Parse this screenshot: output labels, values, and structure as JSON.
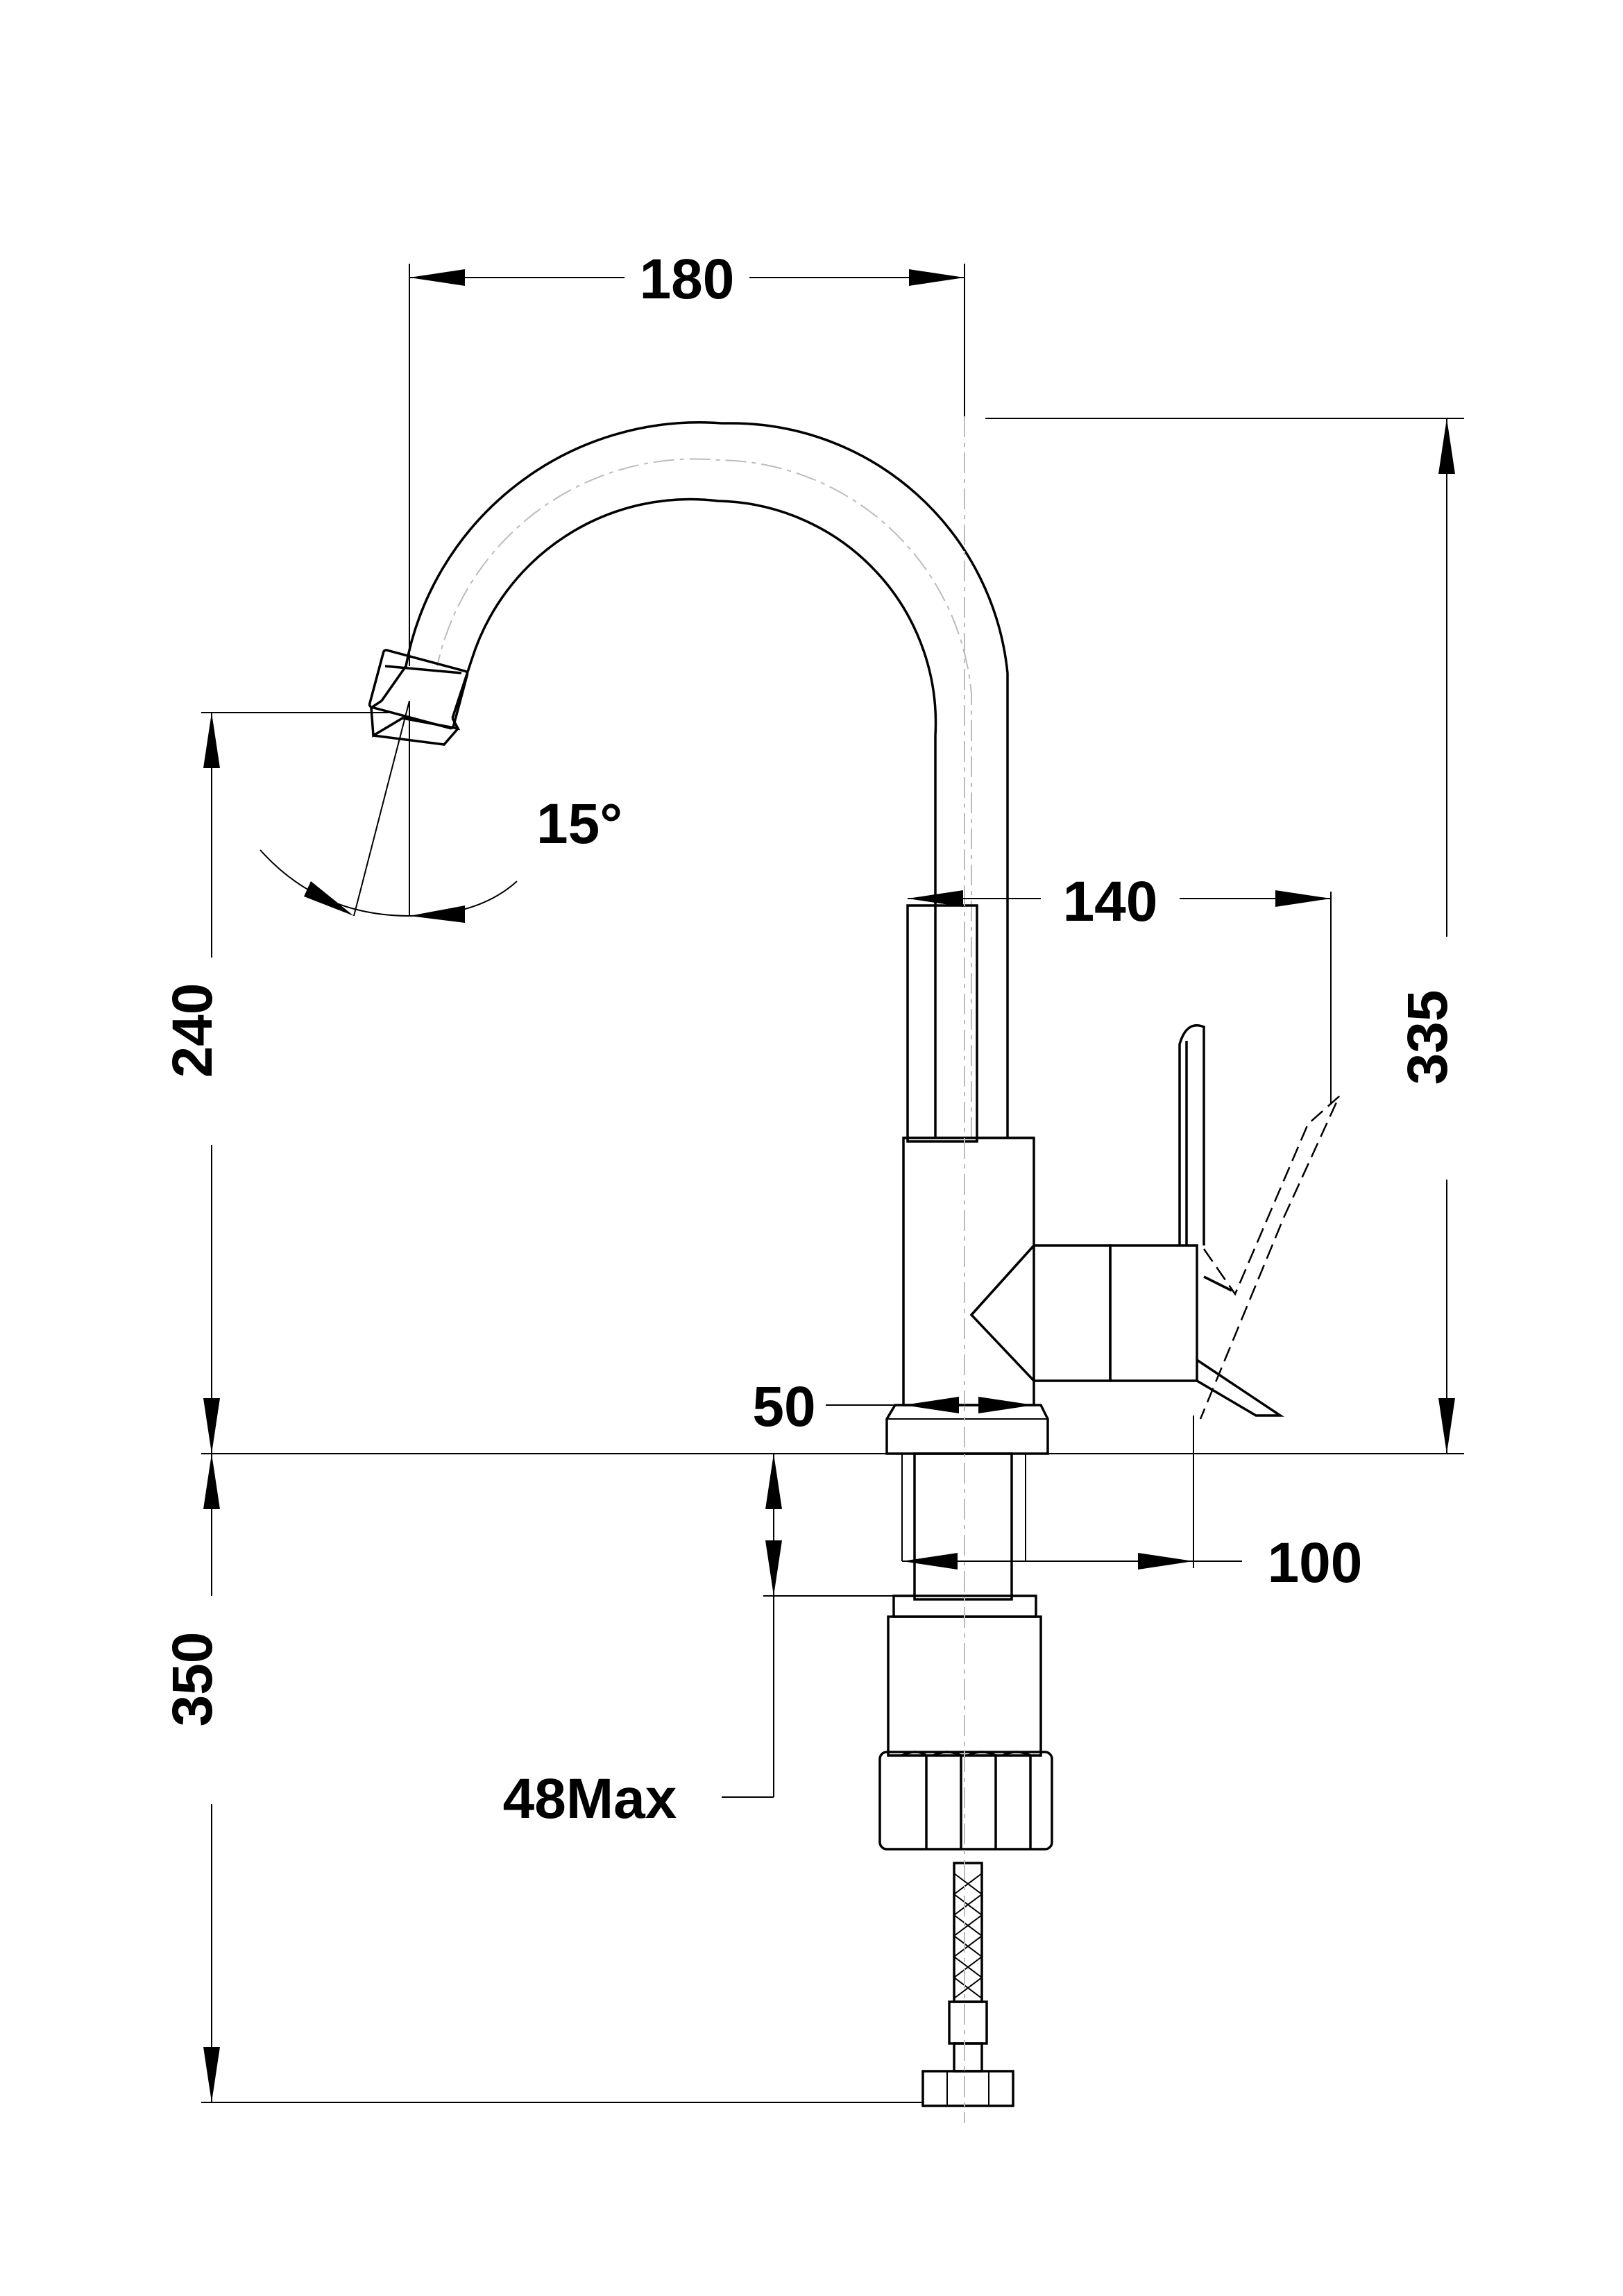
{
  "drawing": {
    "dimensions": {
      "spout_reach": "180",
      "spout_angle": "15°",
      "handle_reach": "140",
      "total_height": "335",
      "spout_height": "240",
      "base_diameter": "50",
      "handle_offset": "100",
      "under_counter_length": "350",
      "max_counter_thickness": "48Max"
    }
  }
}
